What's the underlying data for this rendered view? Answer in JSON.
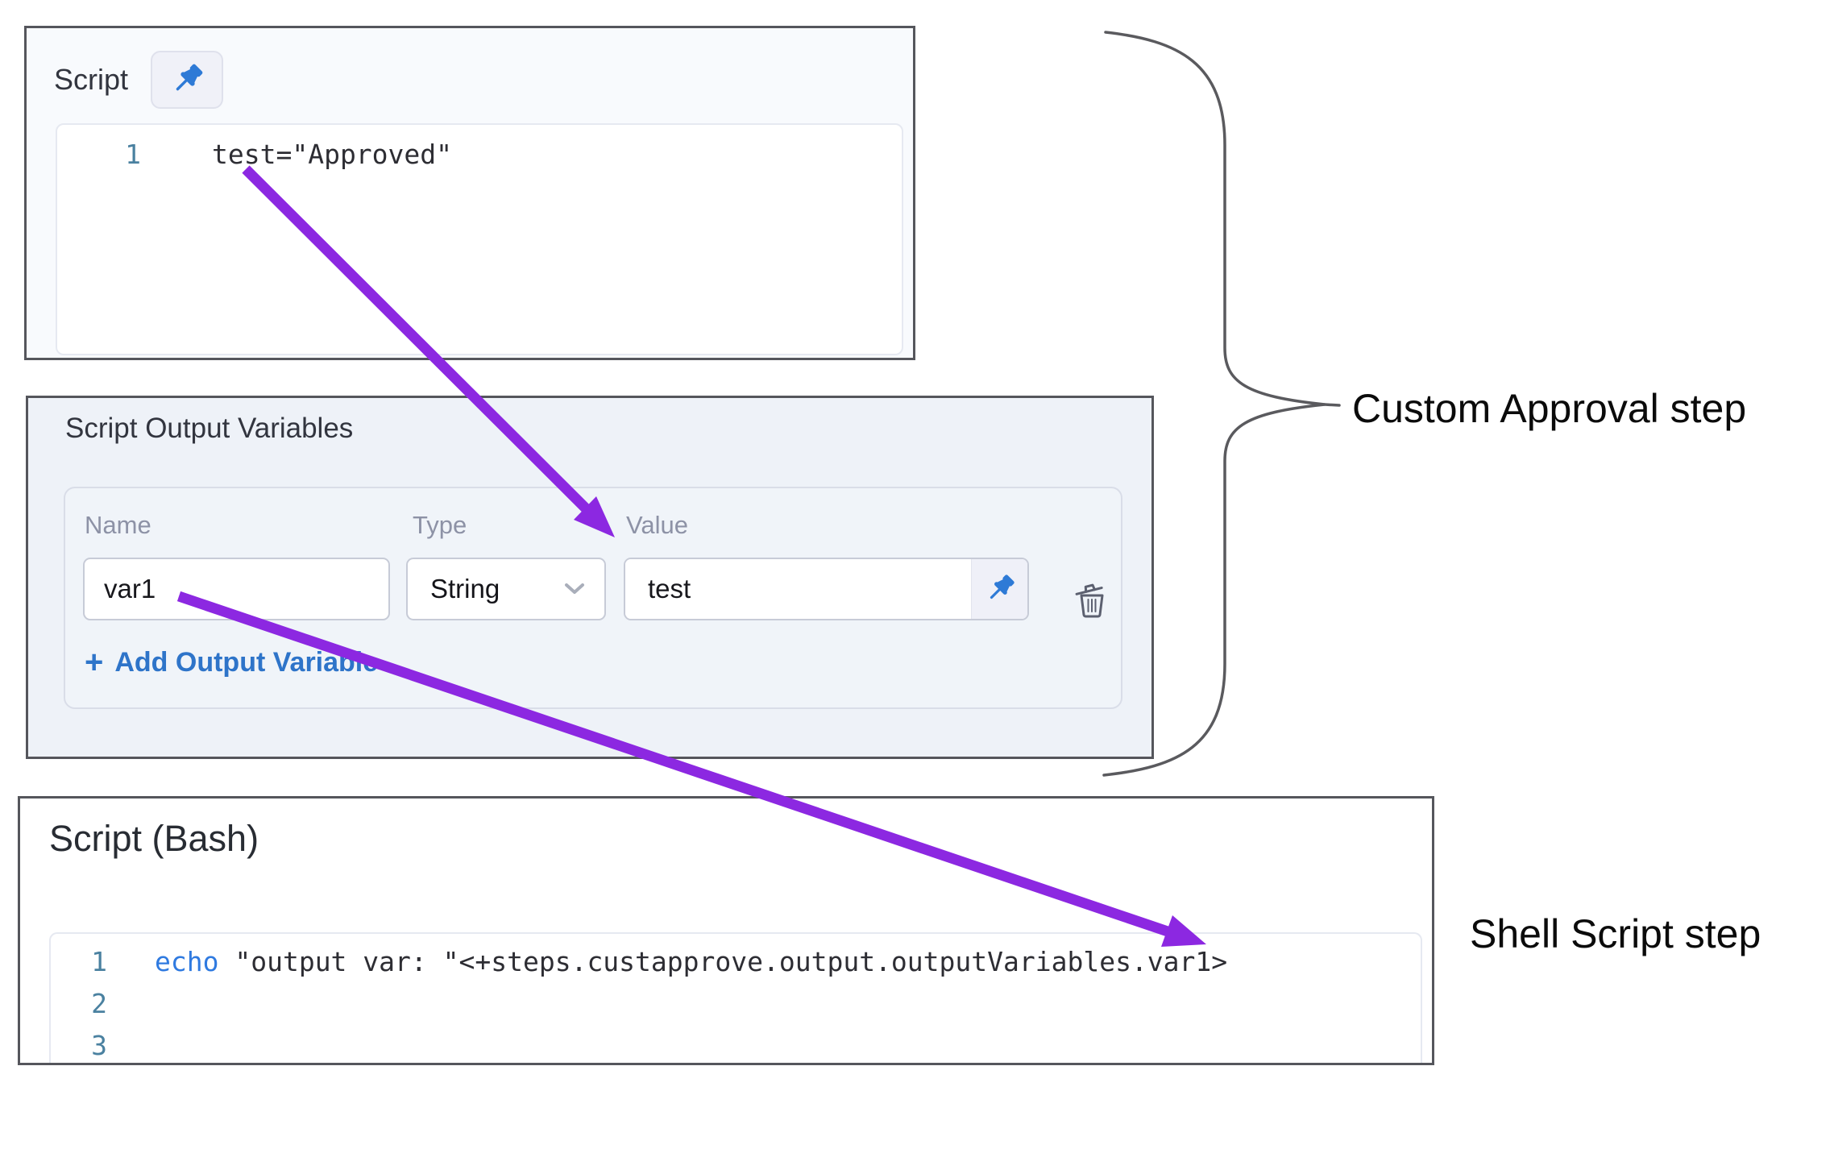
{
  "colors": {
    "panel_border": "#55565c",
    "panel1_bg": "#f8fafd",
    "panel2_bg": "#eef2f8",
    "line_number_teal": "#4a81a0",
    "code_text": "#2d2d33",
    "keyword_blue": "#2f7ae0",
    "label_gray": "#8d92a6",
    "pin_blue": "#2e7ad6",
    "link_blue": "#2e74c9",
    "arrow_purple": "#8c28e1",
    "brace_gray": "#5a5a5e",
    "annotation_black": "#0b0b0b"
  },
  "script_panel": {
    "title": "Script",
    "lines": [
      {
        "number": "1",
        "code": "test=\"Approved\""
      }
    ]
  },
  "output_variables_panel": {
    "title": "Script Output Variables",
    "columns": {
      "name": "Name",
      "type": "Type",
      "value": "Value"
    },
    "rows": [
      {
        "name": "var1",
        "type": "String",
        "value": "test"
      }
    ],
    "add_button": {
      "plus": "+",
      "label": "Add Output Variable"
    }
  },
  "bash_panel": {
    "title": "Script (Bash)",
    "lines": [
      {
        "number": "1",
        "keyword": "echo",
        "code": " \"output var: \"<+steps.custapprove.output.outputVariables.var1>"
      },
      {
        "number": "2",
        "keyword": "",
        "code": ""
      },
      {
        "number": "3",
        "keyword": "",
        "code": ""
      }
    ]
  },
  "annotations": {
    "custom_approval": "Custom Approval step",
    "shell_script": "Shell Script step"
  },
  "icons": {
    "pin": "pushpin-icon",
    "trash": "trash-icon",
    "chevron": "chevron-down-icon",
    "plus": "plus-icon"
  }
}
